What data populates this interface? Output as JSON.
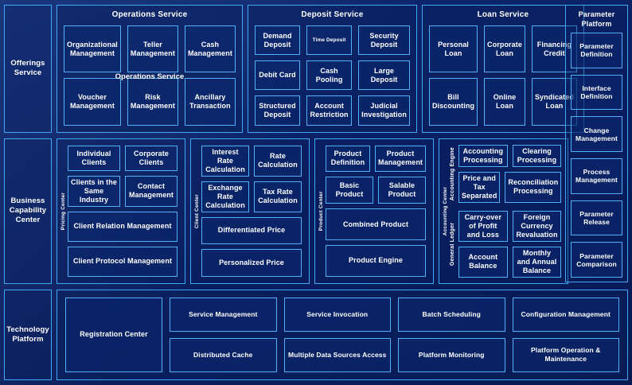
{
  "layers": {
    "offerings": {
      "label": "Offerings\nService",
      "label_line1": "Offerings",
      "label_line2": "Service",
      "duplicate_overlay_label": "Operations Service",
      "groups": [
        {
          "title": "Operations Service",
          "cards": [
            "Organizational Management",
            "Teller Management",
            "Cash Management",
            "Voucher Management",
            "Risk Management",
            "Ancillary Transaction"
          ]
        },
        {
          "title": "Deposit Service",
          "cards": [
            "Demand Deposit",
            "Time Deposit",
            "Security Deposit",
            "Debit Card",
            "Cash Pooling",
            "Large Deposit",
            "Structured Deposit",
            "Account Restriction",
            "Judicial Investigation"
          ]
        },
        {
          "title": "Loan Service",
          "cards": [
            "Personal Loan",
            "Corporate Loan",
            "Financing Credit",
            "Bill Discounting",
            "Online Loan",
            "Syndicated Loan"
          ]
        }
      ]
    },
    "business_capability": {
      "label_line1": "Business",
      "label_line2": "Capability",
      "label_line3": "Center",
      "groups": [
        {
          "vlabel": "Pricing Center",
          "rows": [
            [
              "Individual Clients",
              "Corporate Clients"
            ],
            [
              "Clients in the Same Industry",
              "Contact Management"
            ]
          ],
          "wide": [
            "Client Relation Management",
            "Client Protocol Management"
          ]
        },
        {
          "vlabel": "Client Center",
          "rows": [
            [
              "Interest Rate Calculation",
              "Rate Calculation"
            ],
            [
              "Exchange Rate Calculation",
              "Tax Rate Calculation"
            ]
          ],
          "wide": [
            "Differentiated Price",
            "Personalized Price"
          ]
        },
        {
          "vlabel": "Product Center",
          "rows": [
            [
              "Product Definition",
              "Product Management"
            ],
            [
              "Basic Product",
              "Salable Product"
            ]
          ],
          "wide": [
            "Combined Product",
            "Product Engine"
          ]
        }
      ],
      "accounting": {
        "vlabel": "Accounting Center",
        "subgroups": [
          {
            "vlabel": "Accounting Engine",
            "rows": [
              [
                "Accounting Processing",
                "Clearing Processing"
              ],
              [
                "Price and Tax Separated",
                "Reconciliation Processing"
              ]
            ]
          },
          {
            "vlabel": "General Ledger",
            "rows": [
              [
                "Carry-over of Profit and Loss",
                "Foreign Currency Revaluation"
              ],
              [
                "Account Balance",
                "Monthly and Annual Balance"
              ]
            ]
          }
        ]
      }
    },
    "technology": {
      "label_line1": "Technology",
      "label_line2": "Platform",
      "registration_card": "Registration Center",
      "cards": [
        "Service Management",
        "Service Invocation",
        "Batch Scheduling",
        "Configuration Management",
        "Distributed Cache",
        "Multiple Data Sources Access",
        "Platform Monitoring",
        "Platform Operation & Maintenance"
      ]
    },
    "parameter_platform": {
      "title_line1": "Parameter",
      "title_line2": "Platform",
      "cards": [
        "Parameter Definition",
        "Interface Definition",
        "Change Management",
        "Process Management",
        "Parameter Release",
        "Parameter Comparison"
      ]
    }
  },
  "colors": {
    "background_deep": "#0a1e60",
    "background_mid": "#0d2a74",
    "border_bright": "#3fa9f5",
    "card_border": "#4db2f7",
    "text": "#ffffff"
  }
}
